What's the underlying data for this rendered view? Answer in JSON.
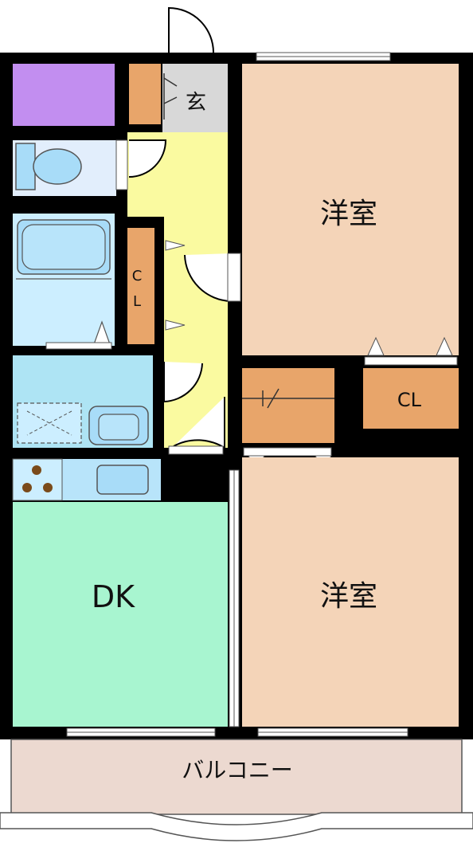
{
  "rooms": {
    "entrance": "玄",
    "western_room_top": "洋室",
    "western_room_bottom": "洋室",
    "closet_small_top": "C",
    "closet_small_bottom": "L",
    "closet_right": "CL",
    "dining_kitchen": "DK",
    "balcony": "バルコニー"
  },
  "colors": {
    "wall": "#000000",
    "western_room": "#f4d4b8",
    "closet": "#e8a56a",
    "hallway": "#fafaa0",
    "toilet": "#e2eefc",
    "bath": "#cceeff",
    "washroom": "#aee4f4",
    "kitchen_dk": "#a8f5d0",
    "storage_purple": "#c28ef0",
    "entrance_floor": "#d8d8d8",
    "balcony": "#ecd9d0",
    "fixture": "#a8dcf8"
  }
}
